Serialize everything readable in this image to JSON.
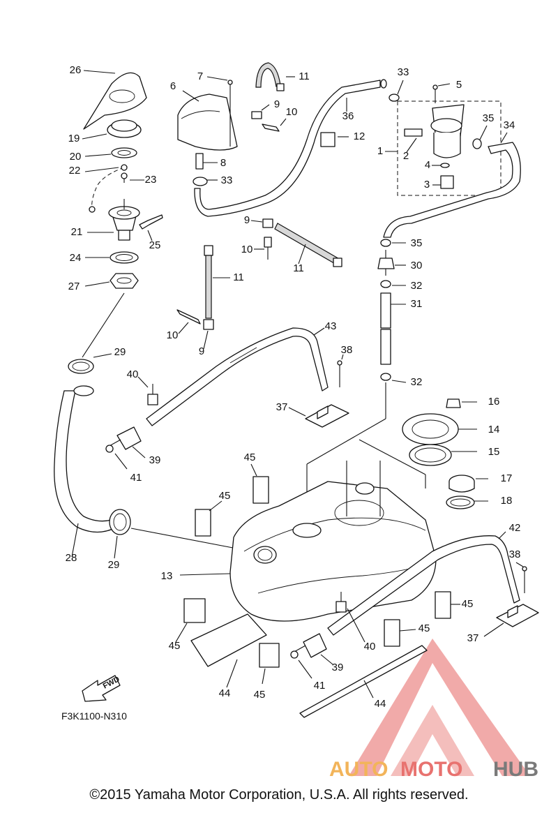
{
  "diagram": {
    "code": "F3K1100-N310",
    "fwd_label": "FWD",
    "copyright": "©2015 Yamaha Motor Corporation, U.S.A. All rights reserved.",
    "watermark": {
      "auto": "AUTO",
      "moto": "MOTO",
      "hub": "HUB"
    },
    "colors": {
      "line": "#111111",
      "watermark_red": "#e8726f",
      "watermark_orange": "#f2b45a",
      "watermark_gray": "#7a7a7a"
    },
    "callouts": {
      "n1": "1",
      "n2": "2",
      "n3": "3",
      "n4": "4",
      "n5": "5",
      "n6": "6",
      "n7": "7",
      "n8": "8",
      "n9a": "9",
      "n9b": "9",
      "n9c": "9",
      "n10a": "10",
      "n10b": "10",
      "n10c": "10",
      "n11a": "11",
      "n11b": "11",
      "n11c": "11",
      "n12": "12",
      "n13": "13",
      "n14": "14",
      "n15": "15",
      "n16": "16",
      "n17": "17",
      "n18": "18",
      "n19": "19",
      "n20": "20",
      "n21": "21",
      "n22": "22",
      "n23": "23",
      "n24": "24",
      "n25": "25",
      "n26": "26",
      "n27": "27",
      "n28": "28",
      "n29a": "29",
      "n29b": "29",
      "n30": "30",
      "n31": "31",
      "n32a": "32",
      "n32b": "32",
      "n33a": "33",
      "n33b": "33",
      "n34": "34",
      "n35a": "35",
      "n35b": "35",
      "n36": "36",
      "n37a": "37",
      "n37b": "37",
      "n38a": "38",
      "n38b": "38",
      "n39a": "39",
      "n39b": "39",
      "n40a": "40",
      "n40b": "40",
      "n41a": "41",
      "n41b": "41",
      "n42": "42",
      "n43": "43",
      "n44a": "44",
      "n44b": "44",
      "n45a": "45",
      "n45b": "45",
      "n45c": "45",
      "n45d": "45",
      "n45e": "45",
      "n45f": "45"
    }
  }
}
